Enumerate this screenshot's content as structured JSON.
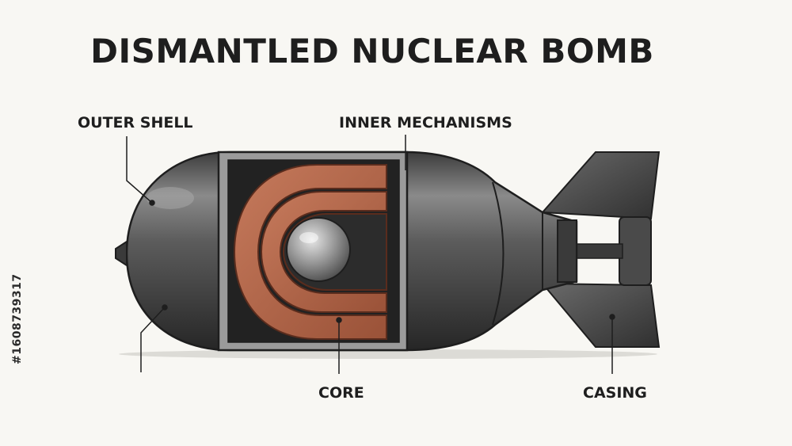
{
  "diagram": {
    "title": "DISMANTLED NUCLEAR BOMB",
    "labels": {
      "outer_shell": "OUTER SHELL",
      "inner_mechanisms": "INNER MECHANISMS",
      "core": "CORE",
      "casing": "CASING"
    },
    "stock_id": "#1608739317",
    "colors": {
      "background": "#f8f7f3",
      "shell": "#5f5f5f",
      "shell_dark": "#2f2f2f",
      "copper": "#b86a4e",
      "copper_dark": "#7d3f2b",
      "sphere": "#9a9a9a",
      "text": "#1e1e1e"
    }
  }
}
